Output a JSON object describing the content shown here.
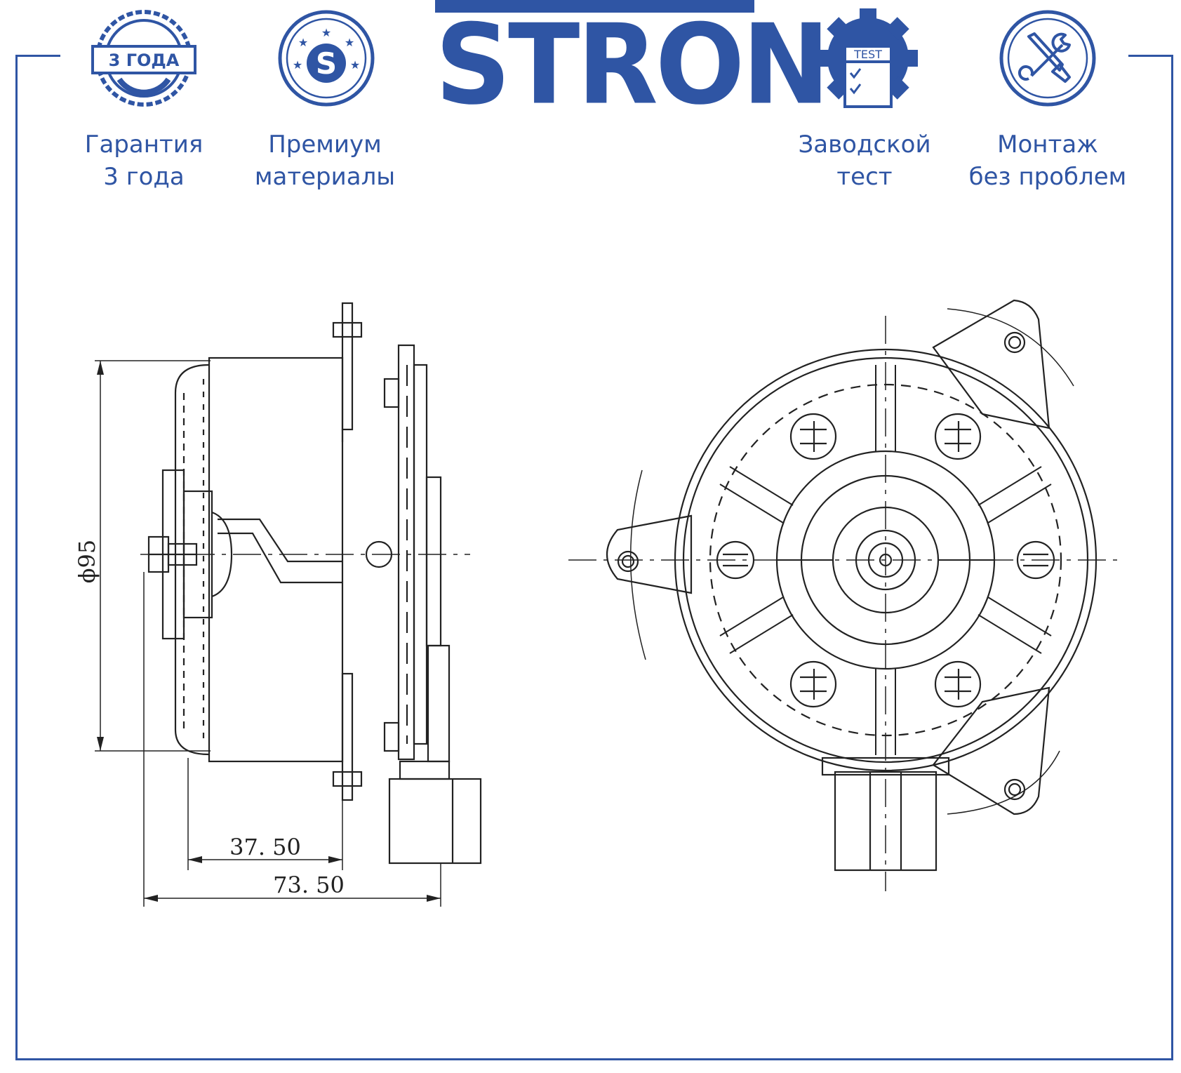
{
  "brand": {
    "name": "STRON"
  },
  "badges": [
    {
      "id": "warranty",
      "icon": "warranty-seal-icon",
      "icon_text": "3 ГОДА",
      "line1": "Гарантия",
      "line2": "3 года"
    },
    {
      "id": "premium",
      "icon": "star-s-icon",
      "icon_text": "S",
      "line1": "Премиум",
      "line2": "материалы"
    },
    {
      "id": "factory-test",
      "icon": "gear-test-icon",
      "icon_text": "TEST",
      "line1": "Заводской",
      "line2": "тест"
    },
    {
      "id": "mounting",
      "icon": "tools-icon",
      "icon_text": "",
      "line1": "Монтаж",
      "line2": "без проблем"
    }
  ],
  "dimensions": {
    "diameter": "ϕ95",
    "short_length": "37. 50",
    "total_length": "73. 50"
  },
  "colors": {
    "accent": "#2f55a4",
    "line": "#222222"
  }
}
